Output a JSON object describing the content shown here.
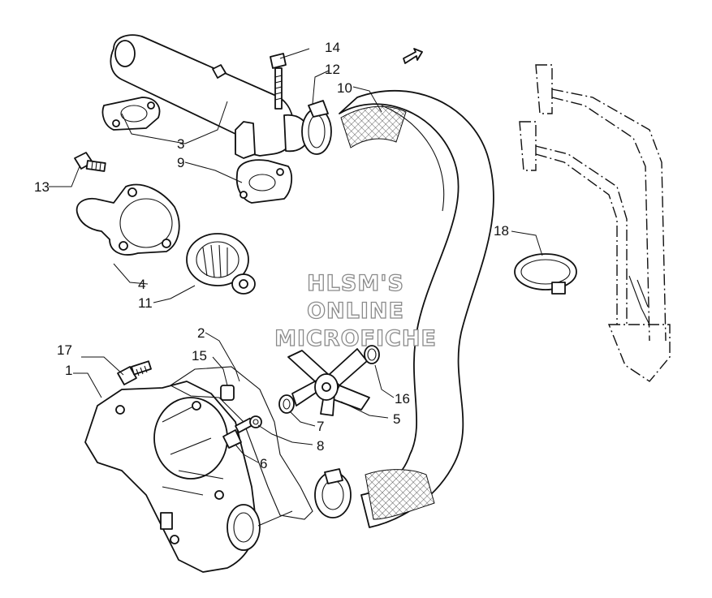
{
  "labels": {
    "p1": "1",
    "p2": "2",
    "p3": "3",
    "p4": "4",
    "p5": "5",
    "p6": "6",
    "p7": "7",
    "p8": "8",
    "p9": "9",
    "p10": "10",
    "p11": "11",
    "p12": "12",
    "p13": "13",
    "p14": "14",
    "p15": "15",
    "p16": "16",
    "p17": "17",
    "p18": "18"
  },
  "watermark": {
    "line1": "HLSM'S",
    "line2": "ONLINE",
    "line3": "MICROFICHE"
  },
  "colors": {
    "line": "#111111",
    "watermark": "#8a8a8a",
    "background": "#ffffff"
  },
  "icons": [
    "front-direction-arrow-icon"
  ]
}
